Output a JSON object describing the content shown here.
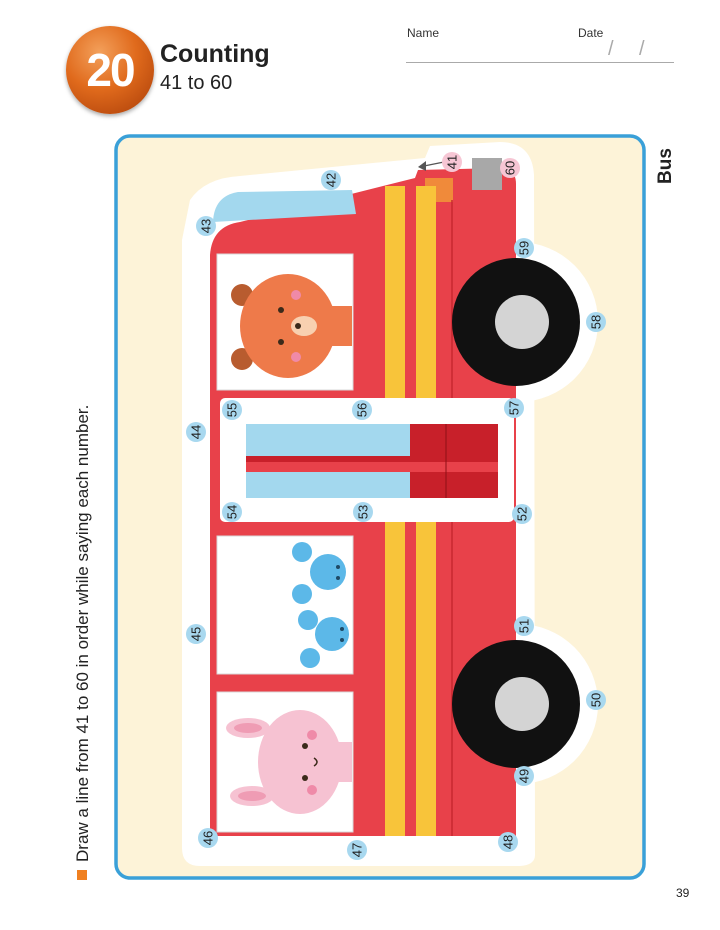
{
  "header": {
    "lesson_number": "20",
    "title": "Counting",
    "subtitle": "41 to 60",
    "name_label": "Name",
    "date_label": "Date",
    "date_separator": "/"
  },
  "instruction": "Draw a line from 41 to 60 in order while saying each number.",
  "picture_label": "Bus",
  "page_number": "39",
  "dots": [
    "41",
    "42",
    "43",
    "44",
    "45",
    "46",
    "47",
    "48",
    "49",
    "50",
    "51",
    "52",
    "53",
    "54",
    "55",
    "56",
    "57",
    "58",
    "59",
    "60"
  ],
  "colors": {
    "frame_border": "#3aa0d8",
    "frame_fill": "#fdf3d8",
    "bus_red": "#e8414a",
    "stripe_yellow": "#f8c43a",
    "glass_blue": "#a3d8ee",
    "wheel": "#111111",
    "hub": "#d4d4d4",
    "dot_blue": "#a8d8ef",
    "dot_pink": "#f6c6d4",
    "bear": "#ee7a4a",
    "mouse": "#5cb8e8",
    "rabbit": "#f6c2d2",
    "badge_orange": "#e06a1c"
  }
}
